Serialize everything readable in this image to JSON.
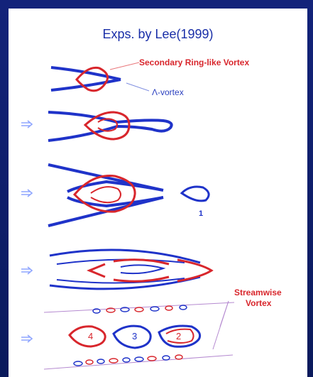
{
  "title": "Exps. by Lee(1999)",
  "labels": {
    "secondary_vortex": "Secondary Ring-like Vortex",
    "lambda_vortex": "Λ-vortex",
    "ring_number": "1",
    "streamwise_line1": "Streamwise",
    "streamwise_line2": "Vortex",
    "vortex_4": "4",
    "vortex_3": "3",
    "vortex_2": "2"
  },
  "colors": {
    "frame": "#0a1a5c",
    "blue_vortex": "#1f33c9",
    "red_vortex": "#d8262c",
    "arrow": "#8fa6ff"
  },
  "icons": [
    "right-double-arrow-icon"
  ]
}
